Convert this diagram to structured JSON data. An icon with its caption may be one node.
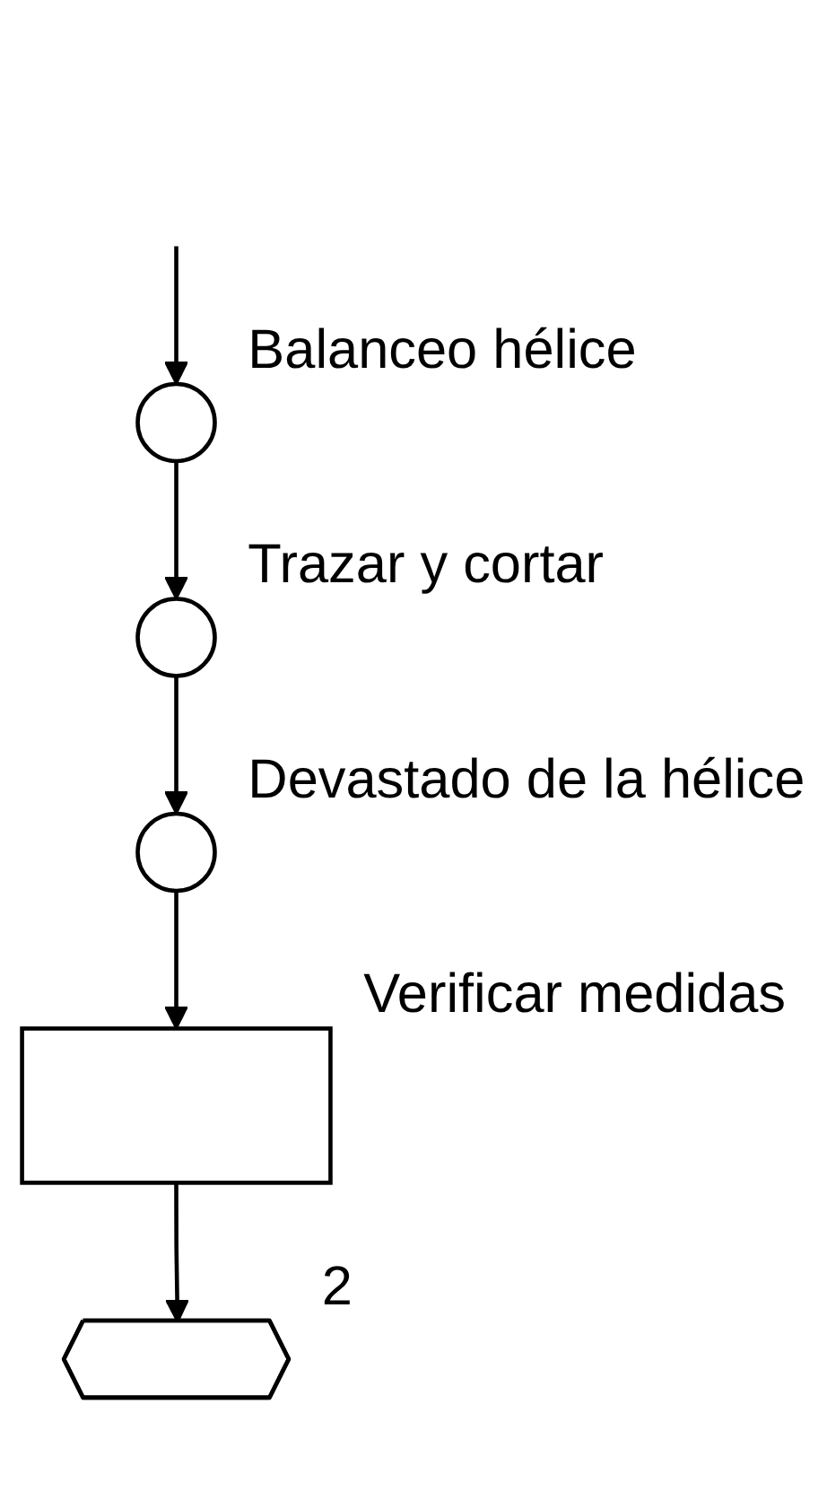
{
  "diagram": {
    "nodes": [
      {
        "text": [],
        "shape": "circle",
        "beside": [
          "Balanceo hélice"
        ]
      },
      {
        "text": [],
        "shape": "circle",
        "beside": [
          "Trazar y cortar"
        ]
      },
      {
        "text": [],
        "shape": "circle",
        "beside": [
          "Devastado de la hélice"
        ]
      },
      {
        "text": [],
        "shape": "box",
        "beside": [
          "Verificar medidas"
        ]
      },
      {
        "text": [],
        "shape": "hexagon",
        "beside": [
          "2"
        ]
      }
    ],
    "edges": [
      {
        "from": null,
        "to": 0,
        "arrow": "to"
      },
      {
        "from": 0,
        "to": 1,
        "arrow": "to"
      },
      {
        "from": 1,
        "to": 2,
        "arrow": "to"
      },
      {
        "from": 2,
        "to": 3,
        "arrow": "to"
      },
      {
        "from": 3,
        "to": 4,
        "arrow": "to"
      }
    ]
  }
}
